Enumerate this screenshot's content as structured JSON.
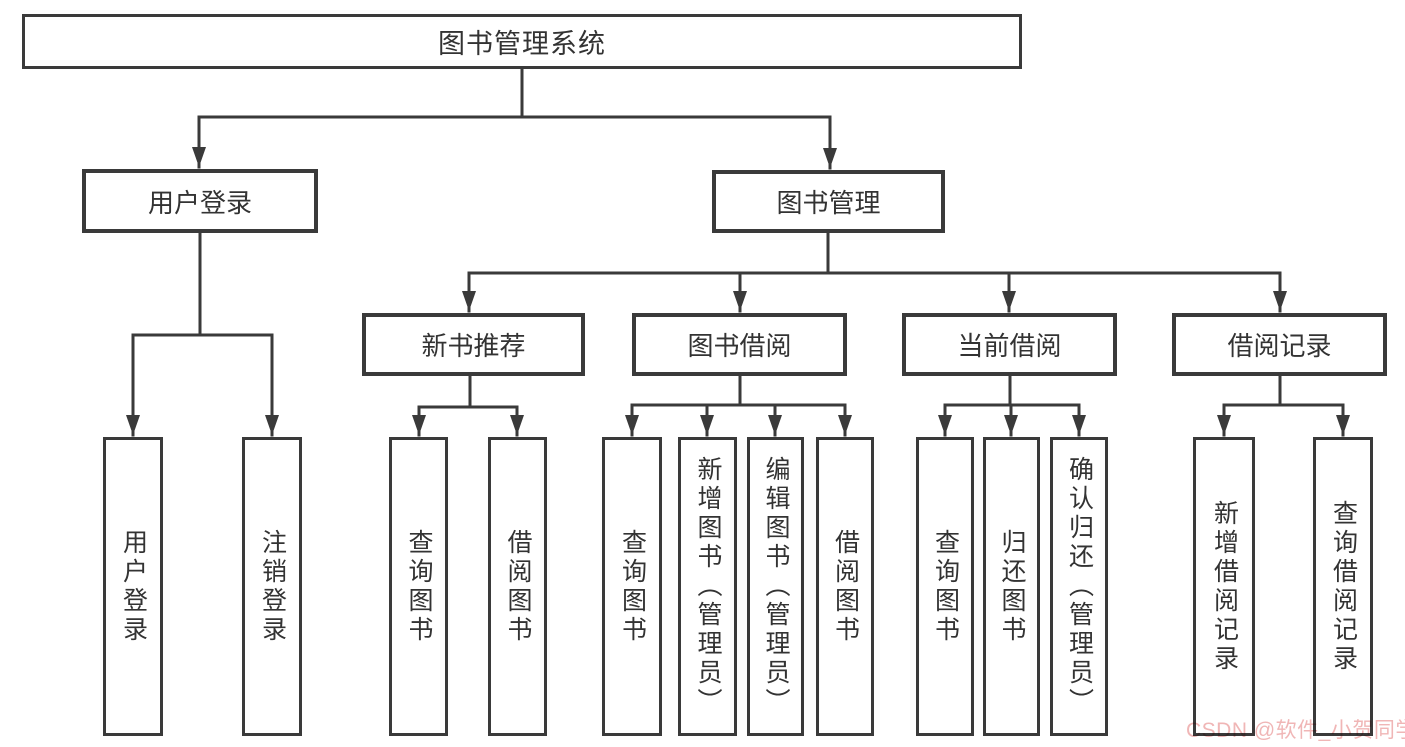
{
  "colors": {
    "line": "#3a3a3a",
    "box_border": "#3a3a3a",
    "text": "#333333",
    "background": "#ffffff",
    "watermark": "#f0b6b6"
  },
  "watermark": {
    "text": "CSDN @软件_小贺同学"
  },
  "tree": {
    "root": {
      "label": "图书管理系统"
    },
    "branches": [
      {
        "label": "用户登录",
        "children": [
          {
            "label": "用户登录"
          },
          {
            "label": "注销登录"
          }
        ]
      },
      {
        "label": "图书管理",
        "sections": [
          {
            "label": "新书推荐",
            "children": [
              {
                "label": "查询图书"
              },
              {
                "label": "借阅图书"
              }
            ]
          },
          {
            "label": "图书借阅",
            "children": [
              {
                "label": "查询图书"
              },
              {
                "label": "新增图书（管理员）"
              },
              {
                "label": "编辑图书（管理员）"
              },
              {
                "label": "借阅图书"
              }
            ]
          },
          {
            "label": "当前借阅",
            "children": [
              {
                "label": "查询图书"
              },
              {
                "label": "归还图书"
              },
              {
                "label": "确认归还（管理员）"
              }
            ]
          },
          {
            "label": "借阅记录",
            "children": [
              {
                "label": "新增借阅记录"
              },
              {
                "label": "查询借阅记录"
              }
            ]
          }
        ]
      }
    ]
  }
}
